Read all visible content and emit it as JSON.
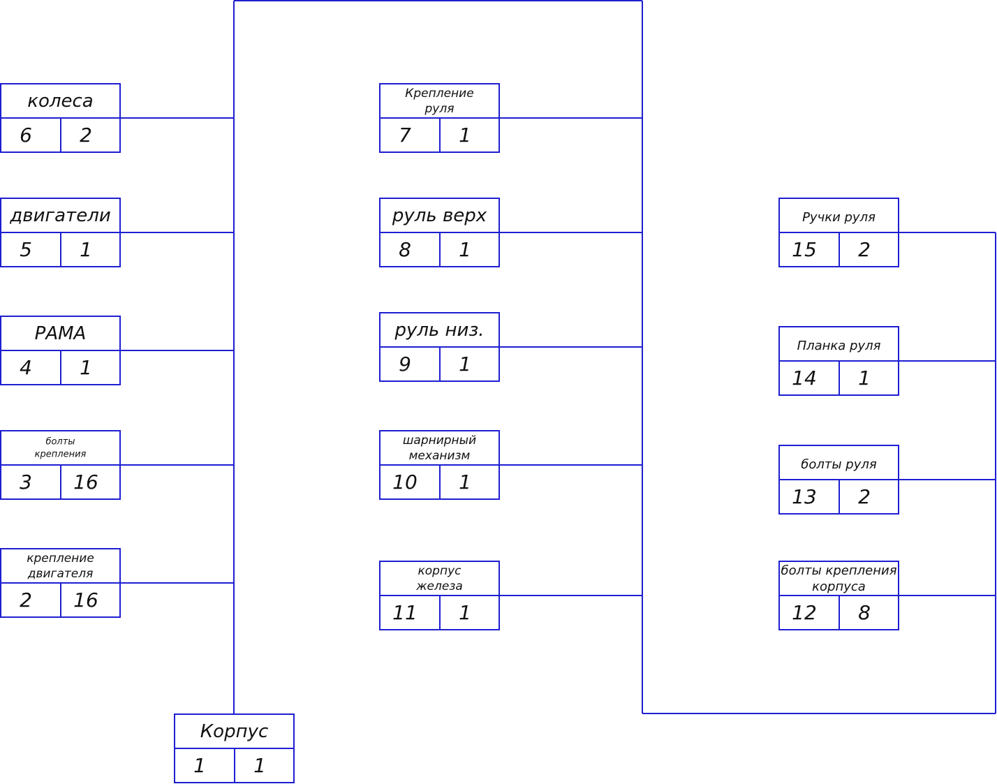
{
  "colors": {
    "line": "#1e1ed2",
    "text": "#111111"
  },
  "nodes": [
    {
      "id": "kolesa",
      "name": [
        "колеса"
      ],
      "num": "6",
      "qty": "2"
    },
    {
      "id": "dvigateli",
      "name": [
        "двигатели"
      ],
      "num": "5",
      "qty": "1"
    },
    {
      "id": "rama",
      "name": [
        "РАМА"
      ],
      "num": "4",
      "qty": "1"
    },
    {
      "id": "bolty-krepleniya",
      "name": [
        "болты",
        "крепления"
      ],
      "num": "3",
      "qty": "16"
    },
    {
      "id": "kreplenie-dvigatelya",
      "name": [
        "крепление",
        "двигателя"
      ],
      "num": "2",
      "qty": "16"
    },
    {
      "id": "kreplenie-rulya",
      "name": [
        "Крепление",
        "руля"
      ],
      "num": "7",
      "qty": "1"
    },
    {
      "id": "rul-verh",
      "name": [
        "руль верх"
      ],
      "num": "8",
      "qty": "1"
    },
    {
      "id": "rul-niz",
      "name": [
        "руль низ."
      ],
      "num": "9",
      "qty": "1"
    },
    {
      "id": "sharnirnyi-mehanizm",
      "name": [
        "шарнирный",
        "механизм"
      ],
      "num": "10",
      "qty": "1"
    },
    {
      "id": "korpus-zheleza",
      "name": [
        "корпус",
        "железа"
      ],
      "num": "11",
      "qty": "1"
    },
    {
      "id": "ruchki-rulya",
      "name": [
        "Ручки руля"
      ],
      "num": "15",
      "qty": "2"
    },
    {
      "id": "planka-rulya",
      "name": [
        "Планка руля"
      ],
      "num": "14",
      "qty": "1"
    },
    {
      "id": "bolty-rulya",
      "name": [
        "болты руля"
      ],
      "num": "13",
      "qty": "2"
    },
    {
      "id": "bolty-krepleniya-korpusa",
      "name": [
        "болты крепления",
        "корпуса"
      ],
      "num": "12",
      "qty": "8"
    },
    {
      "id": "korpus",
      "name": [
        "Корпус"
      ],
      "num": "1",
      "qty": "1"
    }
  ]
}
